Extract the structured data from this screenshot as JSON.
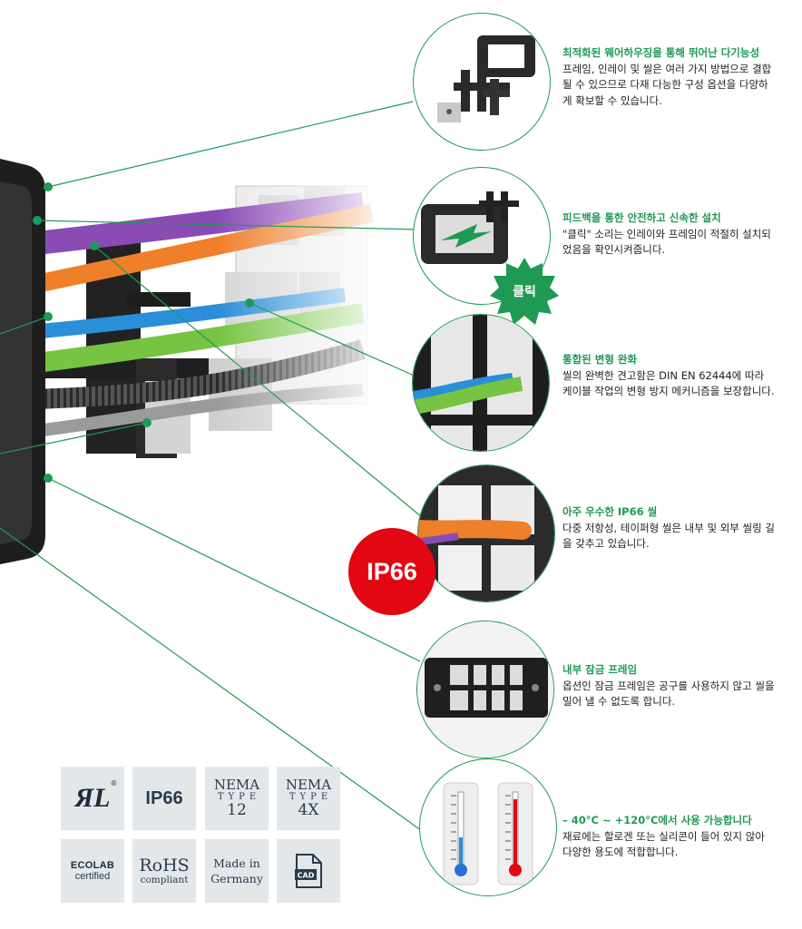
{
  "accent_color": "#1f9a55",
  "features": [
    {
      "title": "최적화된 웨어하우징을 통해 뛰어난 다기능성",
      "text": "프레임, 인레이 및 씰은 여러 가지 방법으로 결합될 수 있으므로 다재 다능한 구성 옵션을 다양하게 확보할 수 있습니다."
    },
    {
      "title": "피드백을 통한 안전하고 신속한 설치",
      "text": "\"클릭\" 소리는 인레이와 프레임이 적절히 설치되었음을 확인시켜줍니다."
    },
    {
      "title": "통합된 변형 완화",
      "text": "씰의 완벽한 견고함은 DIN EN 62444에 따라 케이블 작업의 변형 방지 메커니즘을 보장합니다."
    },
    {
      "title": "아주 우수한 IP66 씰",
      "text": "다중 저항성, 테이퍼형 씰은 내부 및 외부 씰링 길을 갖추고 있습니다."
    },
    {
      "title": "내부 잠금 프레임",
      "text": "옵션인 잠금 프레임은 공구를 사용하지 않고 씰을 밀어 낼 수 없도록 합니다."
    },
    {
      "title": "– 40°C ~ +120°C에서 사용 가능합니다",
      "text": "재료에는 할로겐 또는 실리콘이 들어 있지 않아 다양한 용도에 적합합니다."
    }
  ],
  "click_badge": {
    "label": "클릭",
    "color": "#1f9a55"
  },
  "ip66_badge": {
    "label": "IP66",
    "color": "#e30613"
  },
  "certs": {
    "ul": {
      "symbol": "ЯL",
      "mark": "®"
    },
    "ip66": "IP66",
    "nema12": {
      "line1": "NEMA",
      "line2": "TYPE",
      "line3": "12"
    },
    "nema4x": {
      "line1": "NEMA",
      "line2": "TYPE",
      "line3": "4X"
    },
    "ecolab": {
      "line1": "ECOLAB",
      "line2": "certified"
    },
    "rohs": {
      "line1": "RoHS",
      "line2": "compliant"
    },
    "made": {
      "line1": "Made in",
      "line2": "Germany"
    },
    "cad": "CAD"
  }
}
